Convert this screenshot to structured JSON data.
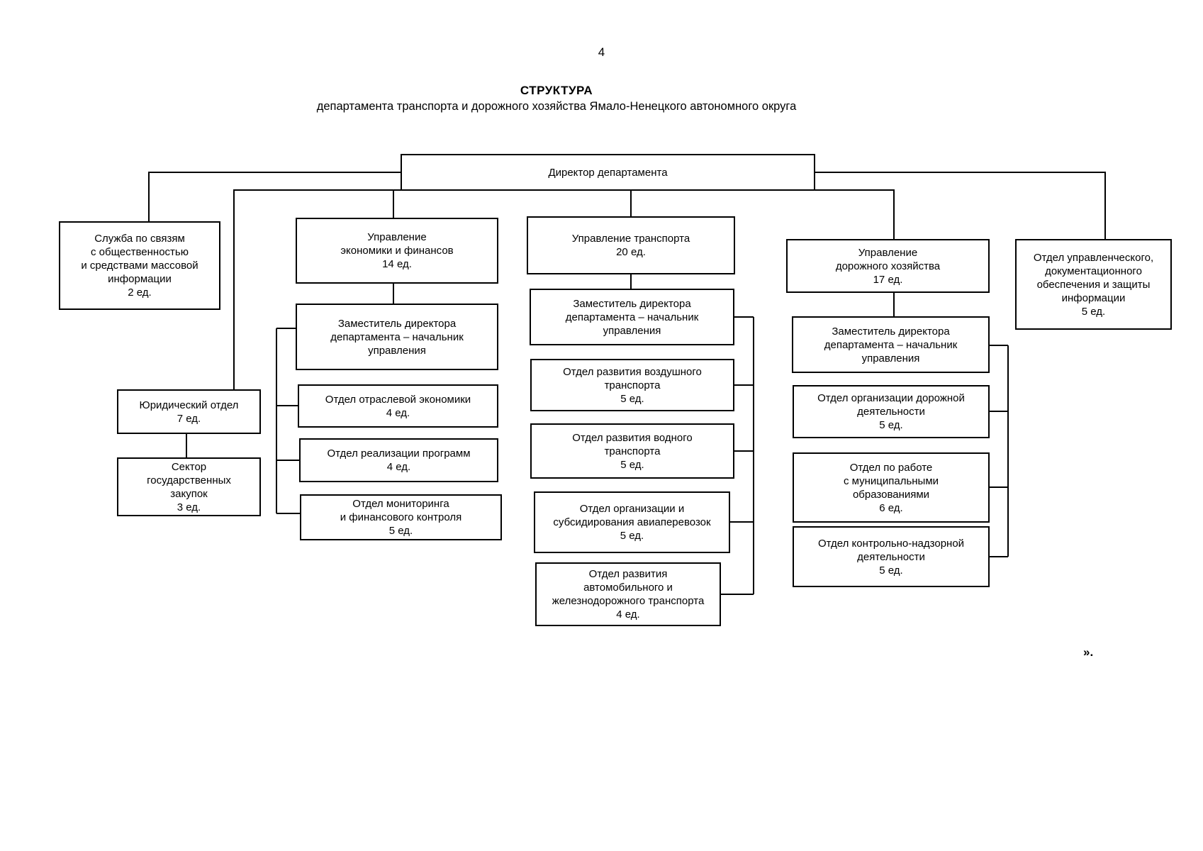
{
  "page_number": "4",
  "title": "СТРУКТУРА",
  "subtitle": "департамента транспорта и дорожного хозяйства Ямало-Ненецкого автономного округа",
  "closing_mark": "».",
  "boxes": {
    "director": {
      "lines": [
        "Директор департамента"
      ]
    },
    "pr_service": {
      "lines": [
        "Служба по связям",
        "с общественностью",
        "и средствами массовой",
        "информации",
        "2 ед."
      ]
    },
    "legal": {
      "lines": [
        "Юридический отдел",
        "7 ед."
      ]
    },
    "procurement": {
      "lines": [
        "Сектор",
        "государственных",
        "закупок",
        "3 ед."
      ]
    },
    "econ": {
      "lines": [
        "Управление",
        "экономики и финансов",
        "14 ед."
      ]
    },
    "econ_deputy": {
      "lines": [
        "Заместитель директора",
        "департамента – начальник",
        "управления"
      ]
    },
    "econ_sector": {
      "lines": [
        "Отдел отраслевой экономики",
        "4 ед."
      ]
    },
    "econ_programs": {
      "lines": [
        "Отдел реализации программ",
        "4 ед."
      ]
    },
    "econ_monitoring": {
      "lines": [
        "Отдел мониторинга",
        "и финансового контроля",
        "5 ед."
      ]
    },
    "transport": {
      "lines": [
        "Управление транспорта",
        "20 ед."
      ]
    },
    "tr_deputy": {
      "lines": [
        "Заместитель директора",
        "департамента – начальник",
        "управления"
      ]
    },
    "tr_air": {
      "lines": [
        "Отдел развития воздушного",
        "транспорта",
        "5 ед."
      ]
    },
    "tr_water": {
      "lines": [
        "Отдел развития водного",
        "транспорта",
        "5 ед."
      ]
    },
    "tr_avia": {
      "lines": [
        "Отдел организации и",
        "субсидирования авиаперевозок",
        "5 ед."
      ]
    },
    "tr_auto": {
      "lines": [
        "Отдел развития",
        "автомобильного и",
        "железнодорожного транспорта",
        "4 ед."
      ]
    },
    "road": {
      "lines": [
        "Управление",
        "дорожного хозяйства",
        "17 ед."
      ]
    },
    "road_deputy": {
      "lines": [
        "Заместитель директора",
        "департамента – начальник",
        "управления"
      ]
    },
    "road_org": {
      "lines": [
        "Отдел организации дорожной",
        "деятельности",
        "5 ед."
      ]
    },
    "road_mun": {
      "lines": [
        "Отдел по работе",
        "с муниципальными",
        "образованиями",
        "6 ед."
      ]
    },
    "road_control": {
      "lines": [
        "Отдел контрольно-надзорной",
        "деятельности",
        "5 ед."
      ]
    },
    "doc_dept": {
      "lines": [
        "Отдел управленческого,",
        "документационного",
        "обеспечения и защиты",
        "информации",
        "5 ед."
      ]
    }
  }
}
